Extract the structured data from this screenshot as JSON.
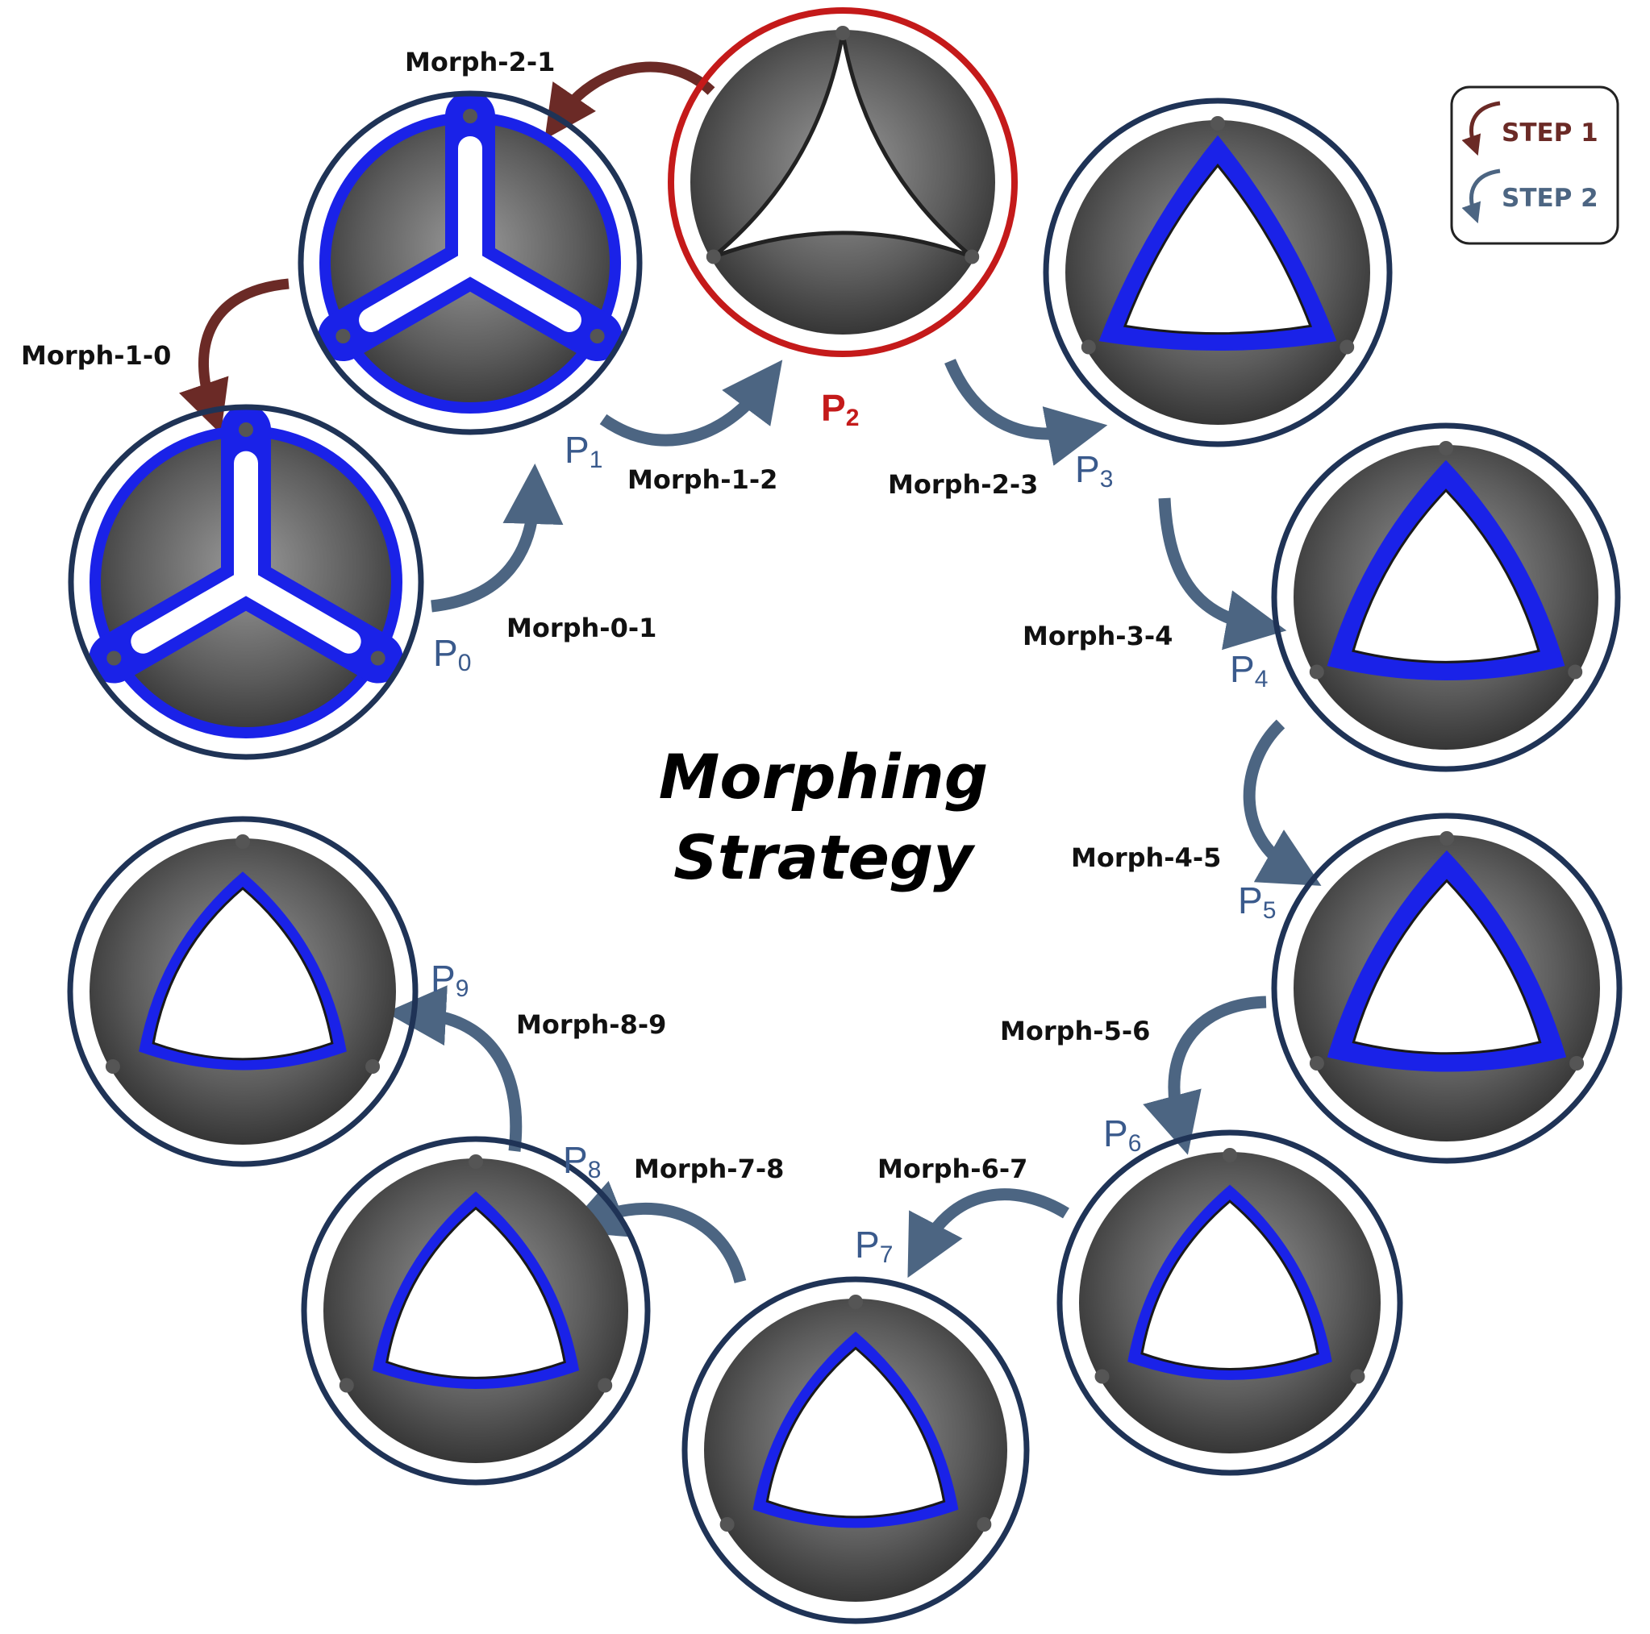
{
  "title": {
    "line1": "Morphing",
    "line2": "Strategy"
  },
  "legend": {
    "step1_label": "STEP 1",
    "step1_color": "#6b2a26",
    "step2_label": "STEP 2",
    "step2_color": "#4c6582"
  },
  "colors": {
    "ring": "#1f3356",
    "highlight_ring": "#c41a1a",
    "tissue_dark": "#3a3a3a",
    "tissue_light": "#8a8a8a",
    "blue": "#1a22e8",
    "step1_arrow": "#6b2a26",
    "step2_arrow": "#4c6582",
    "p_label": "#3a5a8c"
  },
  "positions": [
    {
      "id": "P0",
      "letter": "P",
      "sub": "0"
    },
    {
      "id": "P1",
      "letter": "P",
      "sub": "1"
    },
    {
      "id": "P2",
      "letter": "P",
      "sub": "2",
      "highlight": true
    },
    {
      "id": "P3",
      "letter": "P",
      "sub": "3"
    },
    {
      "id": "P4",
      "letter": "P",
      "sub": "4"
    },
    {
      "id": "P5",
      "letter": "P",
      "sub": "5"
    },
    {
      "id": "P6",
      "letter": "P",
      "sub": "6"
    },
    {
      "id": "P7",
      "letter": "P",
      "sub": "7"
    },
    {
      "id": "P8",
      "letter": "P",
      "sub": "8"
    },
    {
      "id": "P9",
      "letter": "P",
      "sub": "9"
    }
  ],
  "morphs": [
    {
      "label": "Morph-2-1",
      "step": 1
    },
    {
      "label": "Morph-1-0",
      "step": 1
    },
    {
      "label": "Morph-0-1",
      "step": 2
    },
    {
      "label": "Morph-1-2",
      "step": 2
    },
    {
      "label": "Morph-2-3",
      "step": 2
    },
    {
      "label": "Morph-3-4",
      "step": 2
    },
    {
      "label": "Morph-4-5",
      "step": 2
    },
    {
      "label": "Morph-5-6",
      "step": 2
    },
    {
      "label": "Morph-6-7",
      "step": 2
    },
    {
      "label": "Morph-7-8",
      "step": 2
    },
    {
      "label": "Morph-8-9",
      "step": 2
    }
  ]
}
